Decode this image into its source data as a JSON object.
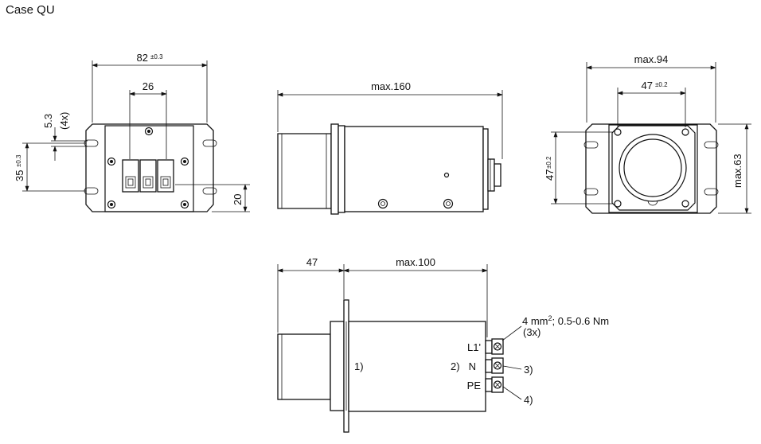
{
  "title": "Case QU",
  "front_view": {
    "width_value": "82",
    "width_tol": "±0.3",
    "terminal_pitch": "26",
    "slot_value": "5.3",
    "slot_count": "(4x)",
    "slot_height_value": "35",
    "slot_height_tol": "±0.3",
    "offset_value": "20"
  },
  "side_view": {
    "length_value": "max.160"
  },
  "end_view": {
    "width_value": "max.94",
    "hole_span_value": "47",
    "hole_span_tol": "±0.2",
    "vertical_span_value": "47",
    "vertical_span_tol": "±0.2",
    "height_value": "max.63"
  },
  "detail_view": {
    "inlet_length": "47",
    "body_length": "max.100",
    "torque_spec_prefix": "4 mm",
    "torque_spec_sup": "2",
    "torque_spec_suffix": "; 0.5-0.6 Nm",
    "torque_count": "(3x)",
    "label_L1": "L1'",
    "label_N": "N",
    "label_PE": "PE",
    "note_1": "1)",
    "note_2": "2)",
    "note_3": "3)",
    "note_4": "4)"
  }
}
